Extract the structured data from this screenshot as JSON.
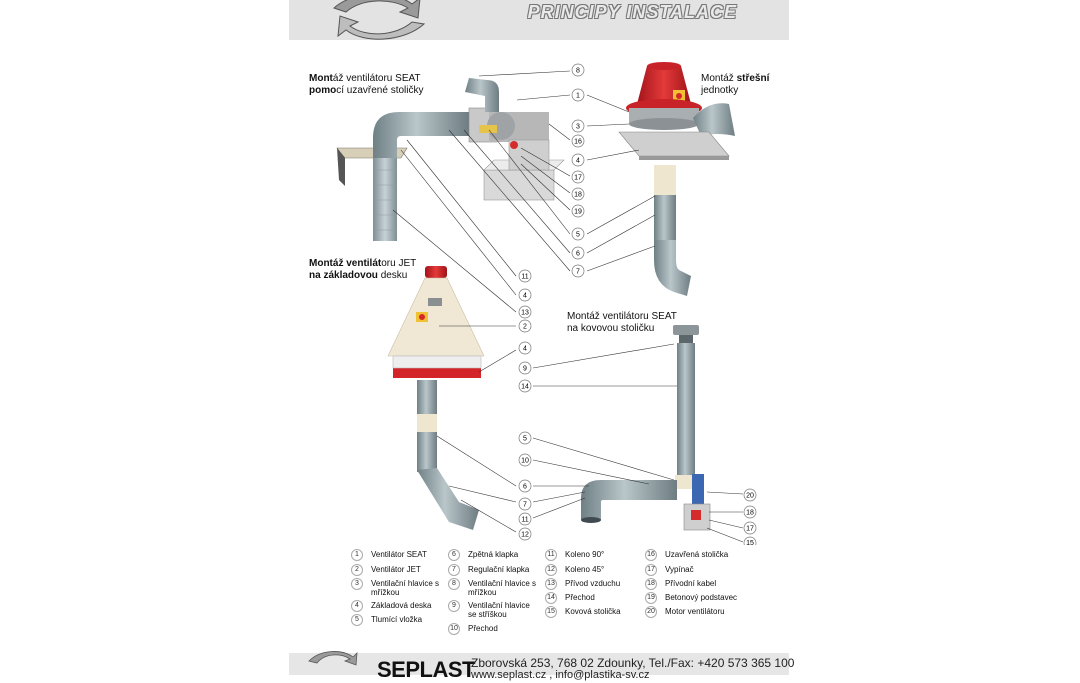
{
  "header": {
    "title": "PRINCIPY INSTALACE"
  },
  "captions": {
    "seat_closed": {
      "bold1": "Mont",
      "rest1": "áž ventilátoru SEAT",
      "bold2": "pomo",
      "rest2": "cí uzavřené stoličky"
    },
    "roof": {
      "line1a": "Montáž ",
      "line1b": "střešní",
      "line2": "jednotky"
    },
    "jet": {
      "line1a": "Montáž ventilát",
      "line1b": "oru JET",
      "line2a": "na základovou ",
      "line2b": "desku"
    },
    "seat_metal": {
      "line1": "Montáž ventilátoru SEAT",
      "line2": "na kovovou stoličku"
    }
  },
  "callouts": [
    "8",
    "1",
    "3",
    "16",
    "4",
    "17",
    "18",
    "19",
    "5",
    "6",
    "7",
    "11",
    "4",
    "13",
    "2",
    "4",
    "9",
    "14",
    "5",
    "10",
    "6",
    "7",
    "11",
    "12",
    "20",
    "18",
    "17",
    "15"
  ],
  "legend": [
    {
      "num": "1",
      "text": "Ventilátor SEAT"
    },
    {
      "num": "2",
      "text": "Ventilátor JET"
    },
    {
      "num": "3",
      "text": "Ventilační hlavice s mřížkou"
    },
    {
      "num": "4",
      "text": "Základová deska"
    },
    {
      "num": "5",
      "text": "Tlumící vložka"
    },
    {
      "num": "6",
      "text": "Zpětná klapka"
    },
    {
      "num": "7",
      "text": "Regulační klapka"
    },
    {
      "num": "8",
      "text": "Ventilační hlavice s mřížkou"
    },
    {
      "num": "9",
      "text": "Ventilační hlavice se stříškou"
    },
    {
      "num": "10",
      "text": "Přechod"
    },
    {
      "num": "11",
      "text": "Koleno 90°"
    },
    {
      "num": "12",
      "text": "Koleno 45°"
    },
    {
      "num": "13",
      "text": "Přívod vzduchu"
    },
    {
      "num": "14",
      "text": "Přechod"
    },
    {
      "num": "15",
      "text": "Kovová stolička"
    },
    {
      "num": "16",
      "text": "Uzavřená stolička"
    },
    {
      "num": "17",
      "text": "Vypínač"
    },
    {
      "num": "18",
      "text": "Přívodní kabel"
    },
    {
      "num": "19",
      "text": "Betonový podstavec"
    },
    {
      "num": "20",
      "text": "Motor ventilátoru"
    }
  ],
  "footer": {
    "brand": "SEPLAST",
    "address": "Zborovská 253, 768 02 Zdounky, Tel./Fax: +420 573 365 100",
    "web": "www.seplast.cz , info@plastika-sv.cz"
  }
}
